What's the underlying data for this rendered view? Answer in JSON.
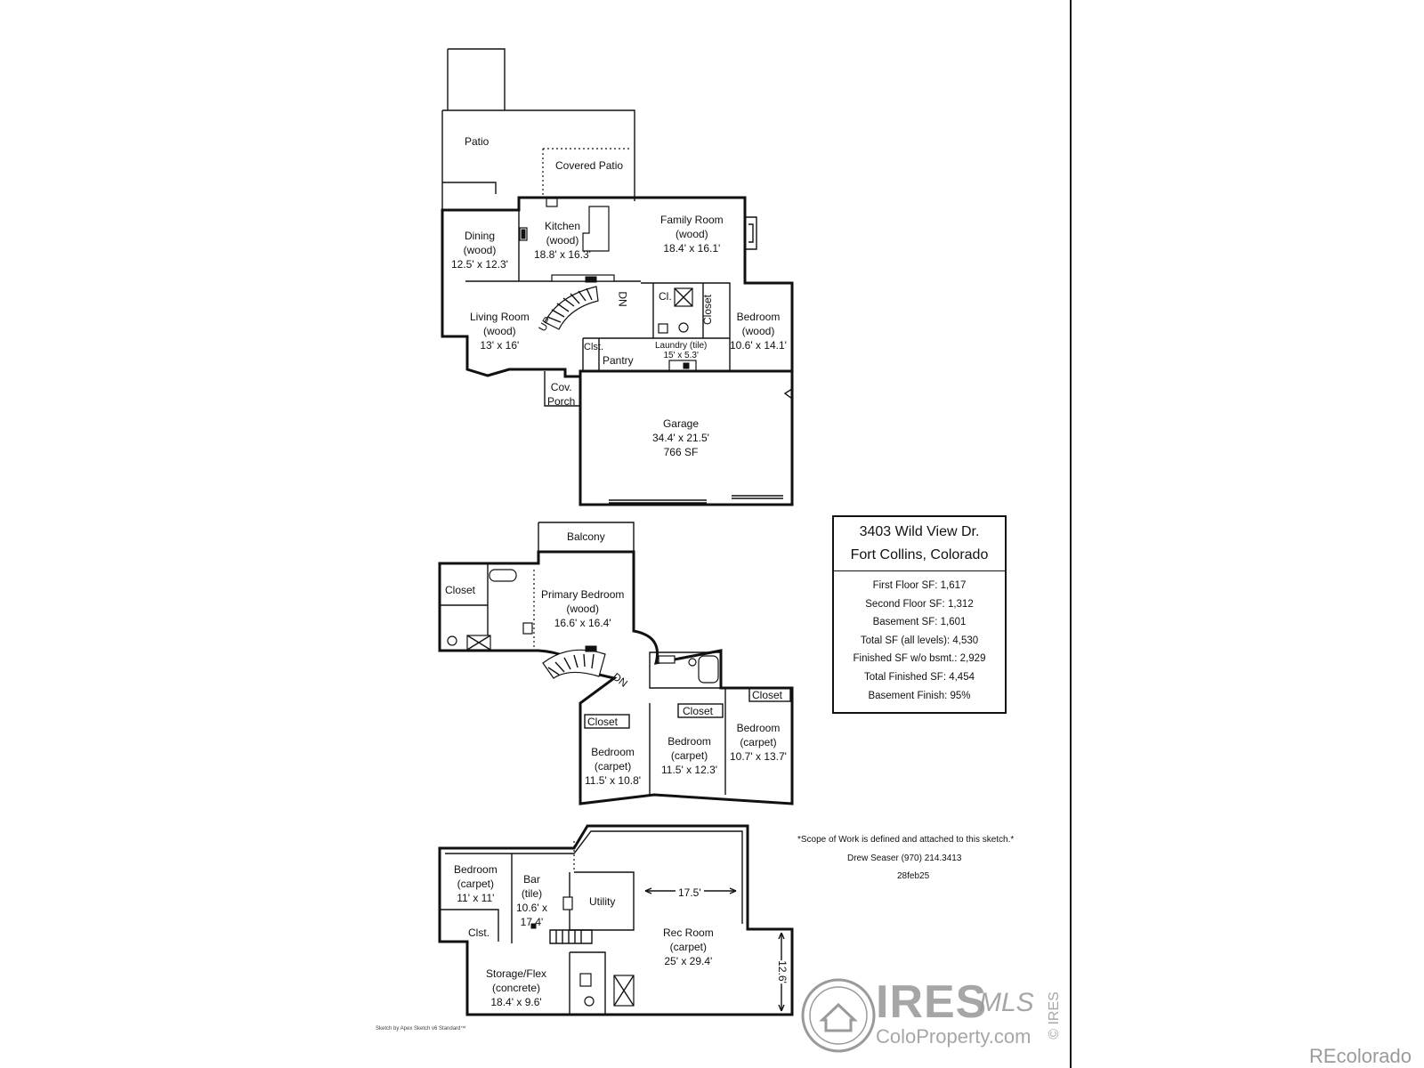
{
  "plan": {
    "first_floor": {
      "patio": "Patio",
      "covered_patio": "Covered Patio",
      "dining": [
        "Dining",
        "(wood)",
        "12.5' x 12.3'"
      ],
      "kitchen": [
        "Kitchen",
        "(wood)",
        "18.8' x 16.3'"
      ],
      "family_room": [
        "Family Room",
        "(wood)",
        "18.4' x 16.1'"
      ],
      "living_room": [
        "Living Room",
        "(wood)",
        "13' x 16'"
      ],
      "stair_up": "UP",
      "stair_dn": "DN",
      "cl": "Cl.",
      "closet": "Closet",
      "bedroom": [
        "Bedroom",
        "(wood)",
        "10.6' x 14.1'"
      ],
      "clst": "Clst.",
      "pantry": "Pantry",
      "laundry": [
        "Laundry   (tile)",
        "15' x 5.3'"
      ],
      "cov_porch": [
        "Cov.",
        "Porch"
      ],
      "garage": [
        "Garage",
        "34.4' x 21.5'",
        "766 SF"
      ]
    },
    "second_floor": {
      "balcony": "Balcony",
      "closet": "Closet",
      "primary_bedroom": [
        "Primary Bedroom",
        "(wood)",
        "16.6' x 16.4'"
      ],
      "stair_dn": "DN",
      "closet_a": "Closet",
      "closet_b": "Closet",
      "closet_c": "Closet",
      "bedroom_a": [
        "Bedroom",
        "(carpet)",
        "11.5' x 10.8'"
      ],
      "bedroom_b": [
        "Bedroom",
        "(carpet)",
        "11.5' x 12.3'"
      ],
      "bedroom_c": [
        "Bedroom",
        "(carpet)",
        "10.7' x 13.7'"
      ]
    },
    "basement": {
      "bedroom": [
        "Bedroom",
        "(carpet)",
        "11' x 11'"
      ],
      "bar": [
        "Bar",
        "(tile)",
        "10.6' x",
        "17.4'"
      ],
      "utility": "Utility",
      "clst": "Clst.",
      "rec_room": [
        "Rec Room",
        "(carpet)",
        "25' x 29.4'"
      ],
      "storage": [
        "Storage/Flex",
        "(concrete)",
        "18.4' x 9.6'"
      ],
      "dim_horizontal": "17.5'",
      "dim_vertical": "12.6'"
    }
  },
  "summary": {
    "address_line1": "3403 Wild View Dr.",
    "address_line2": "Fort Collins, Colorado",
    "rows": [
      "First Floor SF: 1,617",
      "Second Floor SF: 1,312",
      "Basement SF: 1,601",
      "Total SF (all levels): 4,530",
      "Finished SF w/o bsmt.: 2,929",
      "Total Finished SF: 4,454",
      "Basement Finish: 95%"
    ]
  },
  "notes": {
    "scope": "*Scope of Work is defined and attached to this sketch.*",
    "contact": "Drew Seaser     (970) 214.3413",
    "date": "28feb25",
    "sketch_by": "Sketch by Apex Sketch v6 Standard™"
  },
  "watermarks": {
    "ires": "IRES",
    "mls": "MLS",
    "site": "ColoProperty.com",
    "side": "© IRES",
    "recolorado": "REcolorado"
  }
}
